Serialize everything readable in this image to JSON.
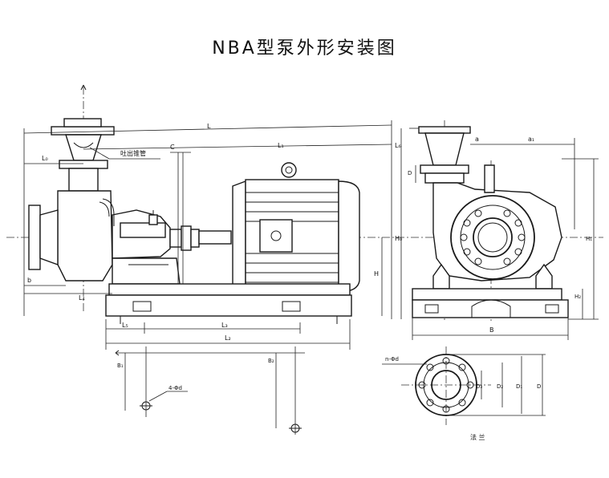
{
  "title": "NBA型泵外形安装图",
  "labels": {
    "discharge_cone": "吐出锥管",
    "flange": "法 兰",
    "bolt_holes_flange": "n-Φd",
    "bolt_holes_base": "4-Φd",
    "L": "L",
    "L0": "L₀",
    "L1": "L₁",
    "L2": "L₂",
    "L3": "L₃",
    "L4": "L₄",
    "L5": "L₅",
    "L6": "L₆",
    "C": "C",
    "b": "b",
    "H": "H",
    "H0": "H₀",
    "H1": "H₁",
    "H2": "H₂",
    "B": "B",
    "B1": "B₁",
    "B2": "B₂",
    "a": "a",
    "a1": "a₁",
    "D": "D",
    "D1": "D₁",
    "D2": "D₂",
    "D3": "D₃",
    "D_side": "D"
  }
}
